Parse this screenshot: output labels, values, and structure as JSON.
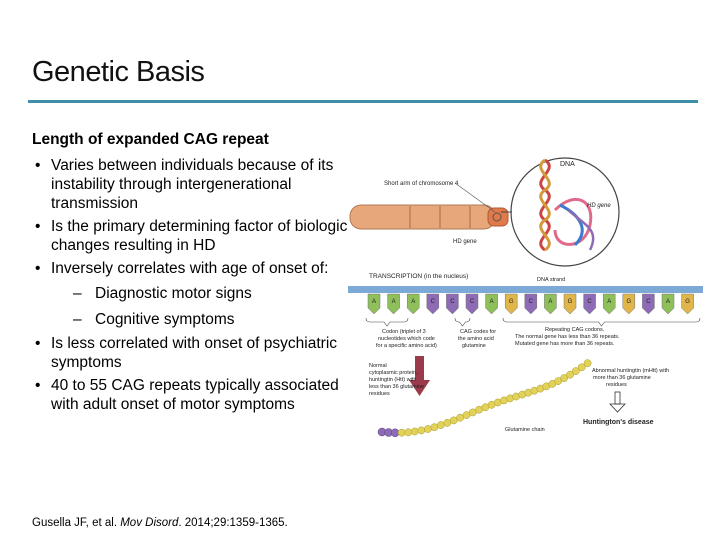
{
  "slide": {
    "title": "Genetic Basis",
    "heading": "Length of expanded CAG repeat",
    "bullets": [
      "Varies between individuals because of its instability through intergenerational transmission",
      "Is the primary determining factor of biologic changes resulting in HD",
      "Inversely correlates with age of onset of:"
    ],
    "sub_bullets": [
      "Diagnostic motor signs",
      "Cognitive symptoms"
    ],
    "bullets_after": [
      "Is less correlated with onset of psychiatric symptoms",
      "40 to 55 CAG repeats typically associated with adult onset of motor symptoms"
    ],
    "bullet_glyph": "•",
    "dash_glyph": "–",
    "citation": {
      "authors": "Gusella JF, et al.",
      "journal": "Mov Disord",
      "rest": ". 2014;29:1359-1365."
    }
  },
  "figure": {
    "labels": {
      "dna": "DNA",
      "short_arm": "Short arm of chromosome 4",
      "hd_gene_right": "HD gene",
      "hd_gene_left": "HD gene",
      "transcription": "TRANSCRIPTION (in the nucleus)",
      "dna_strand": "DNA strand",
      "codon_1": "Codon (triplet of 3",
      "codon_2": "nucleotides which code",
      "codon_3": "for a specific amino acid)",
      "cag_1": "CAG codes for",
      "cag_2": "the amino acid",
      "cag_3": "glutamine",
      "rep_1": "Repeating CAG codons.",
      "rep_2": "The normal gene has less than 36 repeats.",
      "rep_3": "Mutated gene has more than 36 repeats.",
      "norm_1": "Normal",
      "norm_2": "cytoplasmic protein,",
      "norm_3": "huntingtin (Htt) with",
      "norm_4": "less than 36 glutamine",
      "norm_5": "residues",
      "abn_1": "Abnormal huntingtin (mHtt) with",
      "abn_2": "more than 36 glutamine",
      "abn_3": "residues",
      "hd": "Huntington's disease",
      "chain": "Glutamine chain"
    },
    "bases": [
      "A",
      "A",
      "A",
      "C",
      "C",
      "C",
      "A",
      "G",
      "C",
      "A",
      "G",
      "C",
      "A",
      "G",
      "C",
      "A",
      "G"
    ],
    "colors": {
      "accent": "#3f8fa8",
      "chromosome": "#e8a77a",
      "bead": "#e2d25a",
      "arrow": "#9b3a4a",
      "blue_bar": "#7ca9d6",
      "purple": "#8e6bb5"
    }
  }
}
